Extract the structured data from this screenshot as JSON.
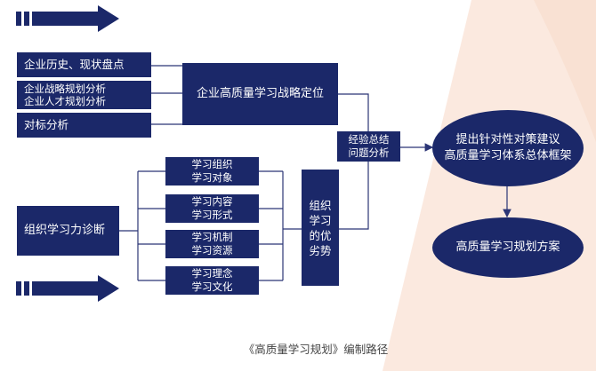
{
  "colors": {
    "box": "#1b2869",
    "line": "#2b3576",
    "bg_peach": "#fbe9df"
  },
  "inputs": [
    {
      "label": "企业历史、现状盘点"
    },
    {
      "label": "企业战略规划分析\n企业人才规划分析"
    },
    {
      "label": "对标分析"
    }
  ],
  "positioning": {
    "label": "企业高质量学习战略定位"
  },
  "diagnosis": {
    "label": "组织学习力诊断"
  },
  "factors": [
    {
      "label": "学习组织\n学习对象"
    },
    {
      "label": "学习内容\n学习形式"
    },
    {
      "label": "学习机制\n学习资源"
    },
    {
      "label": "学习理念\n学习文化"
    }
  ],
  "strengths": {
    "label": "组织\n学习\n的优\n劣势"
  },
  "summary": {
    "label": "经验总结\n问题分析"
  },
  "framework": {
    "label": "提出针对性对策建议\n高质量学习体系总体框架"
  },
  "plan": {
    "label": "高质量学习规划方案"
  },
  "caption": "《高质量学习规划》编制路径"
}
